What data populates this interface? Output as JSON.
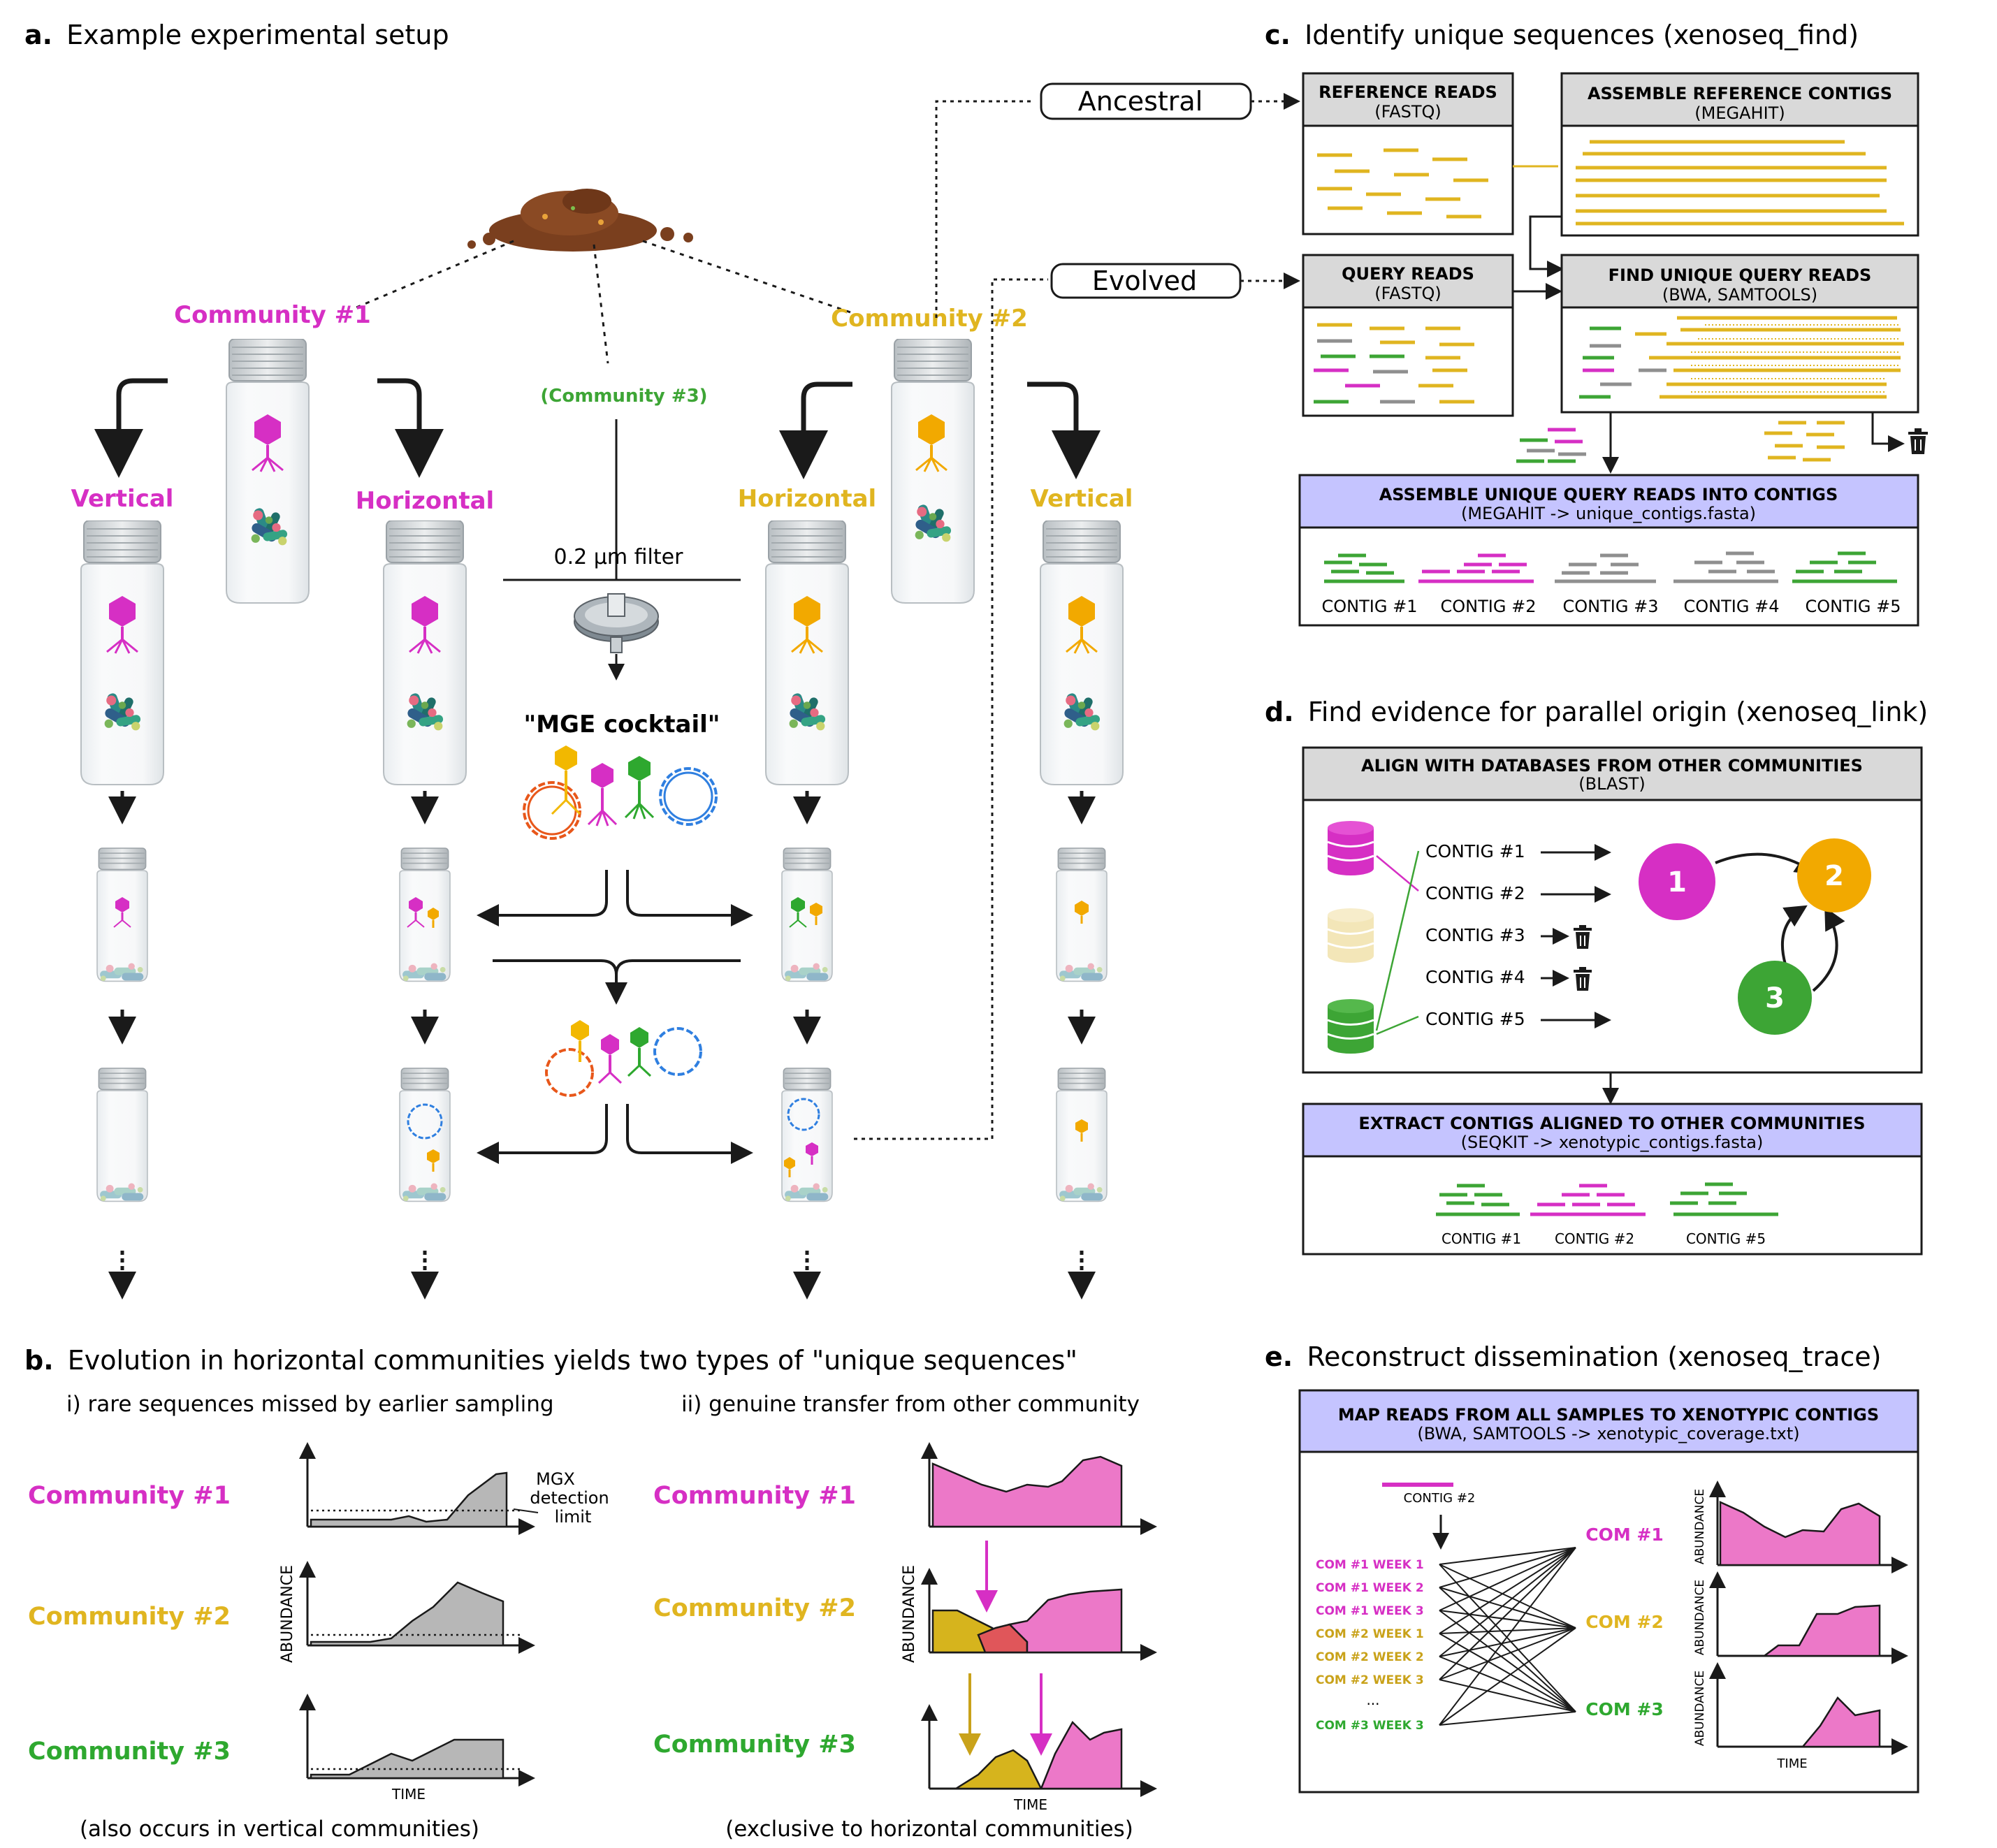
{
  "colors": {
    "magenta": "#d62fc4",
    "yellow": "#e0b520",
    "green": "#3da535",
    "gray": "#8f8f8f",
    "lavender": "#c5c4ff",
    "header_gray": "#d9d9d9",
    "pink_fill": "#ec78c8",
    "gold_fill": "#d6b41d",
    "red_fill": "#e0565a"
  },
  "panel_a": {
    "letter": "a.",
    "title": "Example experimental setup",
    "community1": "Community #1",
    "community2": "Community #2",
    "community3": "(Community #3)",
    "vertical": "Vertical",
    "horizontal": "Horizontal",
    "filter": "0.2 µm filter",
    "cocktail": "\"MGE cocktail\"",
    "ancestral": "Ancestral",
    "evolved": "Evolved"
  },
  "panel_b": {
    "letter": "b.",
    "title": "Evolution in horizontal communities yields two types of \"unique sequences\"",
    "sub_i": "i) rare sequences missed by earlier sampling",
    "sub_ii": "ii) genuine transfer from other community",
    "rows": [
      "Community #1",
      "Community #2",
      "Community #3"
    ],
    "abundance": "ABUNDANCE",
    "time": "TIME",
    "mgx_line1": "MGX",
    "mgx_line2": "detection",
    "mgx_line3": "limit",
    "foot_i": "(also occurs in vertical communities)",
    "foot_ii": "(exclusive to horizontal communities)"
  },
  "panel_c": {
    "letter": "c.",
    "title": "Identify unique sequences (xenoseq_find)",
    "ref_reads": "REFERENCE READS",
    "ref_reads_sub": "(FASTQ)",
    "assemble_ref": "ASSEMBLE REFERENCE CONTIGS",
    "assemble_ref_sub": "(MEGAHIT)",
    "query_reads": "QUERY READS",
    "query_reads_sub": "(FASTQ)",
    "find_unique": "FIND UNIQUE QUERY READS",
    "find_unique_sub": "(BWA, SAMTOOLS)",
    "assemble_unique": "ASSEMBLE UNIQUE QUERY READS INTO CONTIGS",
    "assemble_unique_sub": "(MEGAHIT -> unique_contigs.fasta)",
    "contigs": [
      "CONTIG #1",
      "CONTIG #2",
      "CONTIG #3",
      "CONTIG #4",
      "CONTIG #5"
    ]
  },
  "panel_d": {
    "letter": "d.",
    "title": "Find evidence for parallel origin (xenoseq_link)",
    "align": "ALIGN WITH DATABASES FROM OTHER COMMUNITIES",
    "align_sub": "(BLAST)",
    "contigs": [
      "CONTIG #1",
      "CONTIG #2",
      "CONTIG #3",
      "CONTIG #4",
      "CONTIG #5"
    ],
    "nodes": [
      "1",
      "2",
      "3"
    ],
    "extract": "EXTRACT CONTIGS ALIGNED TO OTHER COMMUNITIES",
    "extract_sub": "(SEQKIT -> xenotypic_contigs.fasta)",
    "extracted": [
      "CONTIG #1",
      "CONTIG #2",
      "CONTIG #5"
    ]
  },
  "panel_e": {
    "letter": "e.",
    "title": "Reconstruct dissemination (xenoseq_trace)",
    "map": "MAP READS FROM ALL SAMPLES TO XENOTYPIC CONTIGS",
    "map_sub": "(BWA, SAMTOOLS -> xenotypic_coverage.txt)",
    "contig": "CONTIG #2",
    "samples": [
      "COM #1 WEEK 1",
      "COM #1 WEEK 2",
      "COM #1 WEEK 3",
      "COM #2 WEEK 1",
      "COM #2 WEEK 2",
      "COM #2 WEEK 3",
      "...",
      "COM #3 WEEK 3"
    ],
    "coms": [
      "COM #1",
      "COM #2",
      "COM #3"
    ],
    "abundance": "ABUNDANCE",
    "time": "TIME"
  }
}
